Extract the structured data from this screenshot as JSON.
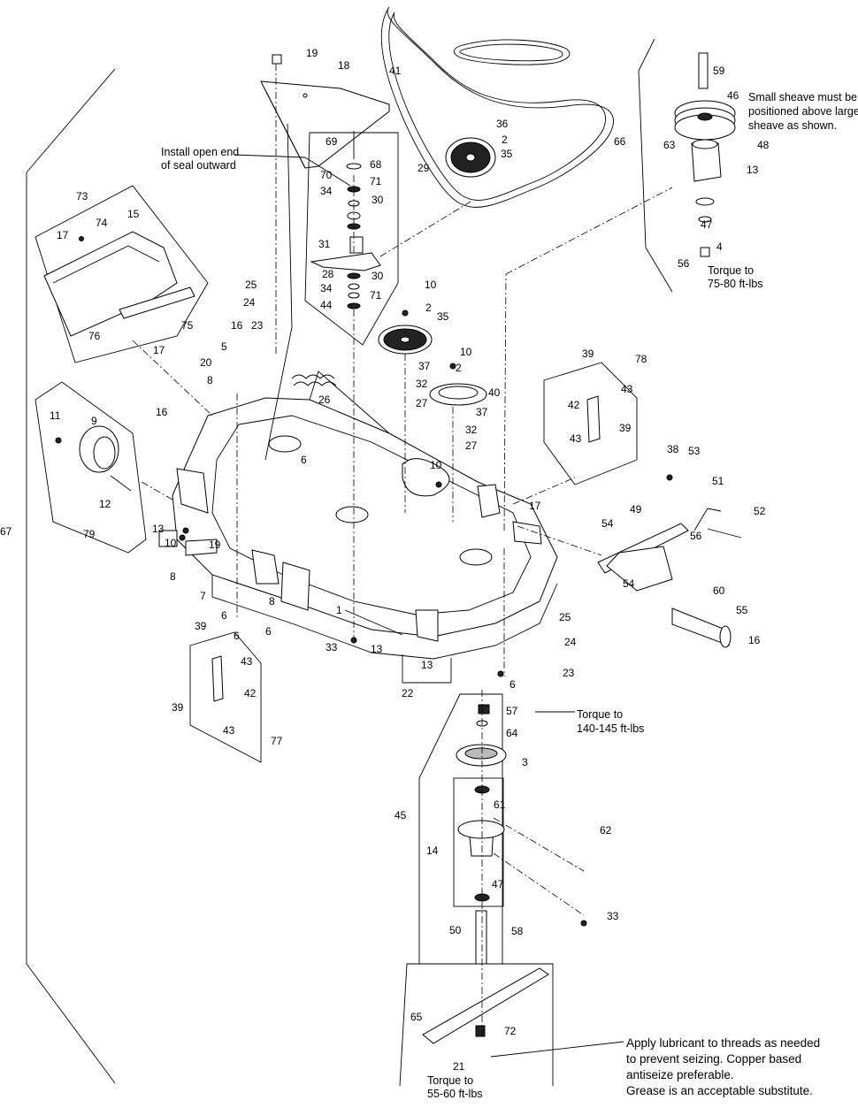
{
  "notes": {
    "seal": [
      "Install open end",
      "of seal outward"
    ],
    "sheave": [
      "Small sheave must be",
      "positioned above large",
      "sheave as shown."
    ],
    "torque_75_80": [
      "Torque to",
      "75-80 ft-lbs"
    ],
    "torque_140_145": [
      "Torque to",
      "140-145 ft-lbs"
    ],
    "torque_55_60": [
      "Torque to",
      "55-60 ft-lbs"
    ],
    "lubricant": [
      "Apply lubricant to threads as needed",
      "to prevent seizing.  Copper based",
      "antiseize preferable.",
      "Grease is an acceptable substitute."
    ]
  },
  "part_labels": {
    "p1": "1",
    "p2a": "2",
    "p2b": "2",
    "p2c": "2",
    "p3": "3",
    "p4": "4",
    "p5": "5",
    "p6a": "6",
    "p6b": "6",
    "p6c": "6",
    "p6d": "6",
    "p7": "7",
    "p8a": "8",
    "p8b": "8",
    "p8c": "8",
    "p9": "9",
    "p10a": "10",
    "p10b": "10",
    "p10c": "10",
    "p10d": "10",
    "p11": "11",
    "p12": "12",
    "p13a": "13",
    "p13b": "13",
    "p13c": "13",
    "p13d": "13",
    "p14": "14",
    "p15": "15",
    "p16a": "16",
    "p16b": "16",
    "p16c": "16",
    "p17a": "17",
    "p17b": "17",
    "p17c": "17",
    "p18": "18",
    "p19a": "19",
    "p19b": "19",
    "p20": "20",
    "p21": "21",
    "p22": "22",
    "p23a": "23",
    "p23b": "23",
    "p24a": "24",
    "p24b": "24",
    "p25a": "25",
    "p25b": "25",
    "p26": "26",
    "p27a": "27",
    "p27b": "27",
    "p28": "28",
    "p29": "29",
    "p30a": "30",
    "p30b": "30",
    "p31": "31",
    "p32a": "32",
    "p32b": "32",
    "p33a": "33",
    "p33b": "33",
    "p34a": "34",
    "p34b": "34",
    "p35a": "35",
    "p35b": "35",
    "p36": "36",
    "p37a": "37",
    "p37b": "37",
    "p38": "38",
    "p39a": "39",
    "p39b": "39",
    "p39c": "39",
    "p39d": "39",
    "p40": "40",
    "p41": "41",
    "p42a": "42",
    "p42b": "42",
    "p43a": "43",
    "p43b": "43",
    "p43c": "43",
    "p43d": "43",
    "p44": "44",
    "p45": "45",
    "p46": "46",
    "p47a": "47",
    "p47b": "47",
    "p48": "48",
    "p49": "49",
    "p50": "50",
    "p51": "51",
    "p52": "52",
    "p53": "53",
    "p54a": "54",
    "p54b": "54",
    "p55": "55",
    "p56a": "56",
    "p56b": "56",
    "p57": "57",
    "p58": "58",
    "p59": "59",
    "p60": "60",
    "p61": "61",
    "p62": "62",
    "p63": "63",
    "p64": "64",
    "p65": "65",
    "p66": "66",
    "p67": "67",
    "p68": "68",
    "p69": "69",
    "p70": "70",
    "p71a": "71",
    "p71b": "71",
    "p72": "72",
    "p73": "73",
    "p74": "74",
    "p75": "75",
    "p76": "76",
    "p77": "77",
    "p78": "78",
    "p79": "79"
  }
}
